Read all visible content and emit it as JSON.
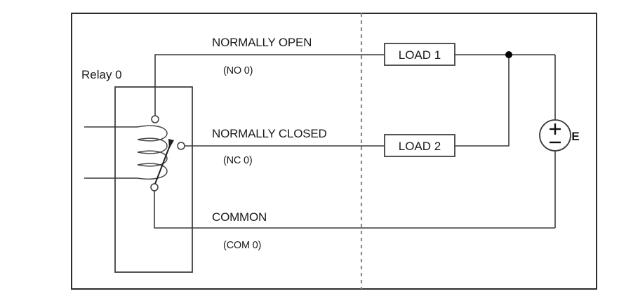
{
  "diagram": {
    "title_region": {
      "relay_label": "Relay 0"
    },
    "contacts": [
      {
        "name": "NO",
        "main": "NORMALLY OPEN",
        "sub": "(NO 0)"
      },
      {
        "name": "NC",
        "main": "NORMALLY CLOSED",
        "sub": "(NC 0)"
      },
      {
        "name": "COM",
        "main": "COMMON",
        "sub": "(COM 0)"
      }
    ],
    "loads": [
      {
        "id": "load1",
        "label": "LOAD 1"
      },
      {
        "id": "load2",
        "label": "LOAD 2"
      }
    ],
    "source": {
      "label": "E",
      "plus": "+",
      "minus": "−"
    },
    "colors": {
      "wire": "#3a3a3a",
      "frame": "#2b2b2b",
      "divider": "#8c8c8c",
      "text": "#1a1a1a",
      "node": "#000000",
      "background": "#ffffff"
    }
  }
}
